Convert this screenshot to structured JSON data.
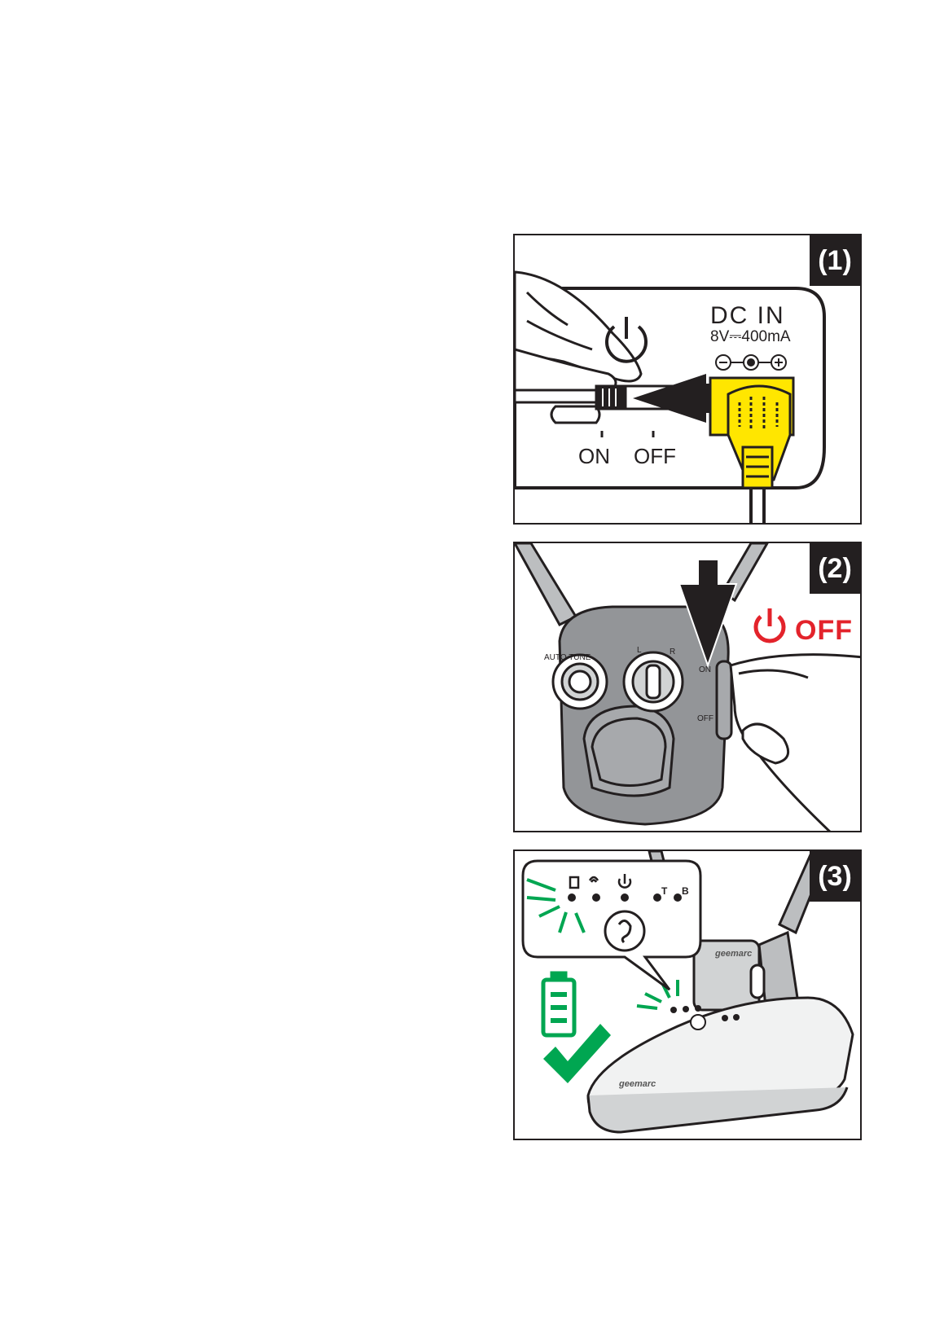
{
  "panels": [
    {
      "badge": "(1)",
      "dc_in": "DC IN",
      "spec": "8V⎓400mA",
      "on": "ON",
      "off": "OFF"
    },
    {
      "badge": "(2)",
      "off_label": "OFF",
      "auto_tune": "AUTO TUNE",
      "side_on": "ON",
      "side_off": "OFF",
      "l": "L",
      "r": "R"
    },
    {
      "badge": "(3)",
      "brand": "geemarc",
      "indicator_b": "B",
      "indicator_t": "T"
    }
  ],
  "colors": {
    "plug_yellow": "#ffe600",
    "off_red": "#e3232b",
    "charge_green": "#00a651",
    "ink": "#231f20"
  }
}
